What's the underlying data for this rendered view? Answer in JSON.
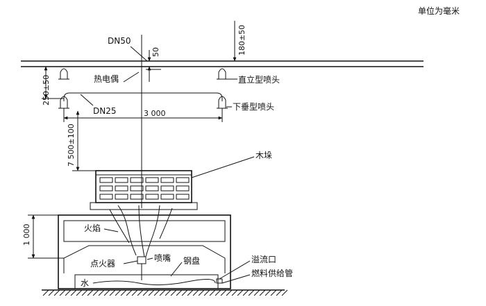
{
  "unit_note": "单位为毫米",
  "labels": {
    "dn50": "DN50",
    "dn25": "DN25",
    "thermocouple": "热电偶",
    "upright_sprinkler": "直立型喷头",
    "pendent_sprinkler": "下垂型喷头",
    "wood_crib": "木垛",
    "flame": "火焰",
    "igniter": "点火器",
    "nozzle": "喷嘴",
    "steel_pan": "钢盘",
    "overflow": "溢流口",
    "fuel_pipe": "燃料供给管",
    "water": "水"
  },
  "dimensions": {
    "d_50": "50",
    "d_180": "180±50",
    "d_250": "250±50",
    "d_3000": "3 000",
    "d_7500": "7 500±100",
    "d_1000": "1 000"
  },
  "colors": {
    "line": "#111111",
    "background": "#ffffff"
  },
  "icons": [
    "sprinkler-head-icon"
  ]
}
